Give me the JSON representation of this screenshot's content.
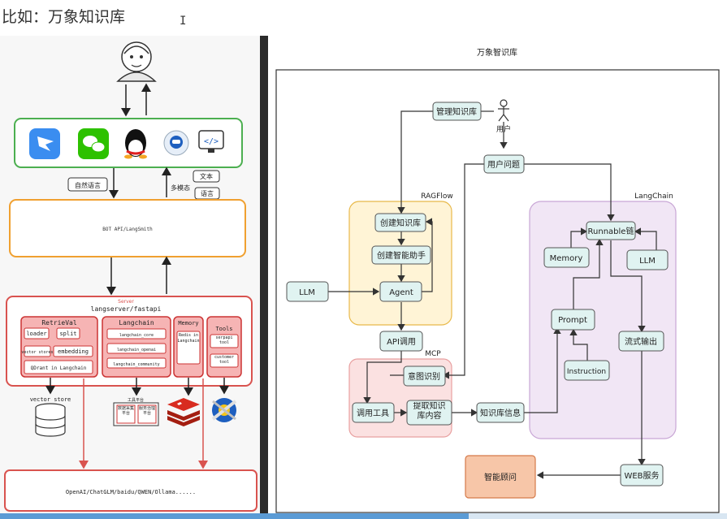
{
  "header": {
    "title": "比如：万象知识库",
    "caret": "I"
  },
  "left": {
    "lbl_natural": "自然语言",
    "lbl_text": "文本",
    "lbl_multimodal": "多模态",
    "lbl_voice": "语言",
    "bot": "BOT API/LangSmith",
    "server_label": "Server",
    "server_title": "langserver/fastapi",
    "retrieval": "RetrieVal",
    "loader": "loader",
    "split": "split",
    "vector_stores": "vector stores",
    "embedding": "embedding",
    "qdrant": "QDrant in Langchain",
    "langchain": "Langchain",
    "lc_core": "langchain_core",
    "lc_openai": "langchain_openai",
    "lc_community": "langchain_community",
    "memory": "Memory",
    "redis_in": "Redis in Langchain",
    "tools": "Tools",
    "serpapi": "serpapi tool",
    "customer": "customer tool",
    "vector_store": "vector store",
    "mini1": "数据采集平台",
    "mini2": "服务治理平台",
    "mini_top": "工具平台",
    "llms": "OpenAI/ChatGLM/baidu/QWEN/Ollama......"
  },
  "right": {
    "title": "万象智识库",
    "manage": "管理知识库",
    "user": "用户",
    "question": "用户问题",
    "ragflow": "RAGFlow",
    "create_kb": "创建知识库",
    "create_assistant": "创建智能助手",
    "agent": "Agent",
    "llm_left": "LLM",
    "api_call": "API调用",
    "mcp": "MCP",
    "intent": "意图识别",
    "call_tool": "调用工具",
    "extract": "提取知识库内容",
    "kb_info": "知识库信息",
    "langchain": "LangChain",
    "runnable": "Runnable链",
    "memory": "Memory",
    "llm_right": "LLM",
    "prompt": "Prompt",
    "stream": "流式输出",
    "instruction": "Instruction",
    "web": "WEB服务",
    "smart": "智能顾问"
  },
  "progress": 0.645
}
